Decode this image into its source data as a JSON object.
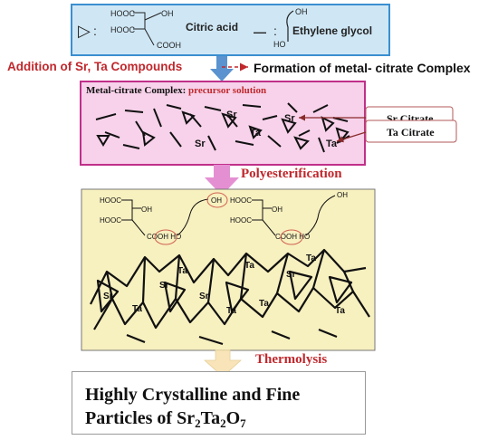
{
  "legend": {
    "triangle_symbol": "▷",
    "colon": ":",
    "citric_formula": {
      "line1": "HOOC",
      "oh": "OH",
      "line2": "HOOC",
      "line3": "COOH"
    },
    "citric_label": "Citric acid",
    "glycol_formula": {
      "oh": "OH",
      "ho": "HO"
    },
    "glycol_label": "Ethylene glycol",
    "dash_symbol": "—"
  },
  "step_addition": {
    "label": "Addition of Sr, Ta Compounds",
    "result": "Formation of metal- citrate Complex"
  },
  "complex_box": {
    "title_black": "Metal-citrate Complex: ",
    "title_red": "precursor solution",
    "atoms": [
      "Sr",
      "Sr",
      "Ta",
      "Sr",
      "Ta"
    ],
    "callout_sr": "Sr Citrate",
    "callout_ta": "Ta Citrate"
  },
  "step_poly": {
    "label": "Polyesterification"
  },
  "polyester_box": {
    "hooc1": "HOOC",
    "oh1": "OH",
    "hooc2": "HOOC",
    "cooh_ho1": "COOH HO",
    "oh_top": "OH",
    "hooc3": "HOOC",
    "oh2": "OH",
    "hooc4": "HOOC",
    "cooh_ho2": "COOH HO",
    "oh_right": "OH",
    "atoms": [
      "Sr",
      "Ta",
      "Ta",
      "Sr",
      "Ta",
      "Sr",
      "Ta",
      "Ta",
      "Ta",
      "Sr",
      "Ta"
    ]
  },
  "step_thermo": {
    "label": "Thermolysis"
  },
  "final": {
    "line1": "Highly Crystalline and Fine",
    "line2_prefix": "Particles of Sr",
    "sub1": "2",
    "mid": "Ta",
    "sub2": "2",
    "mid2": "O",
    "sub3": "7"
  },
  "colors": {
    "legend_fill": "#cfe7f5",
    "legend_border": "#3b8fd0",
    "complex_fill": "#f7d2ea",
    "complex_border": "#c0308a",
    "polyester_fill": "#f7f0bf",
    "arrow_blue": "#5a93cf",
    "arrow_pink": "#e58fd3",
    "arrow_cream": "#f8e4b8",
    "red_text": "#c0282d",
    "circle_highlight": "#d06050"
  }
}
